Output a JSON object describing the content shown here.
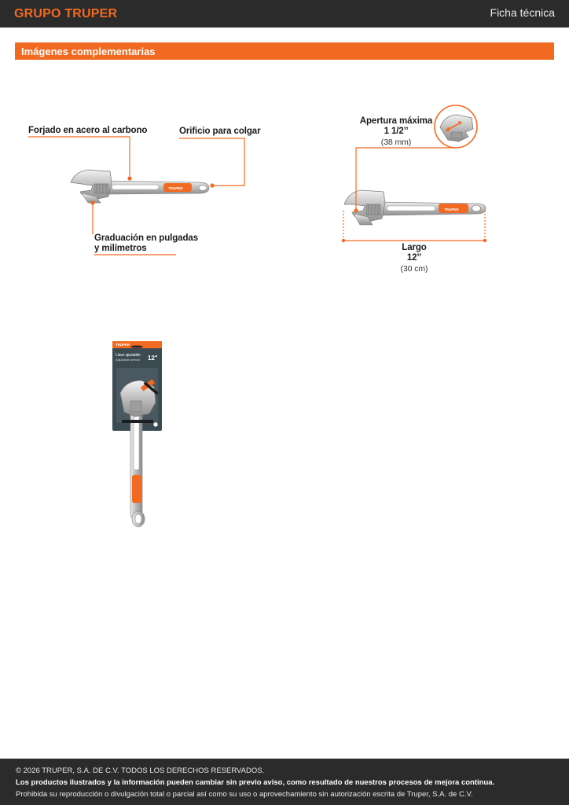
{
  "header": {
    "brand": "GRUPO TRUPER",
    "document_type": "Ficha técnica"
  },
  "section": {
    "title": "Imágenes complementarias"
  },
  "callouts": {
    "material": "Forjado en acero al carbono",
    "hang_hole": "Orificio para colgar",
    "graduation_line1": "Graduación en pulgadas",
    "graduation_line2": "y milímetros",
    "max_opening_label": "Apertura máxima",
    "max_opening_in": "1 1/2’’",
    "max_opening_mm": "(38 mm)",
    "length_label": "Largo",
    "length_in": "12’’",
    "length_cm": "(30 cm)"
  },
  "package": {
    "brand": "TRUPER",
    "name_es": "Llave ajustable",
    "name_en": "Adjustable wrench",
    "size": "12\""
  },
  "colors": {
    "brand_orange": "#f26a21",
    "dark_bar": "#2b2b2b"
  },
  "footer": {
    "copyright": "© 2026 TRUPER, S.A. DE C.V. TODOS LOS DERECHOS RESERVADOS.",
    "notice": "Los productos ilustrados y la información pueden cambiar sin previo aviso, como resultado de nuestros procesos de mejora continua.",
    "prohibition": "Prohibida su reproducción o divulgación total o parcial así como su uso o aprovechamiento sin autorización escrita de Truper, S.A. de C.V."
  }
}
